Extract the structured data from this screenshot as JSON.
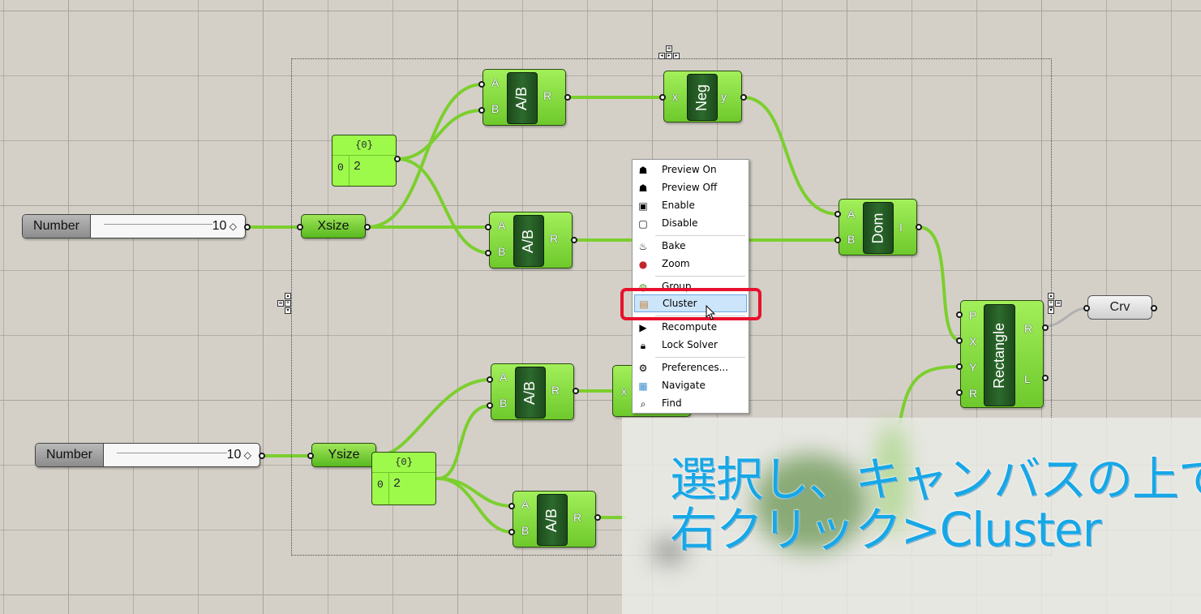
{
  "sliders": [
    {
      "label": "Number",
      "value": "10"
    },
    {
      "label": "Number",
      "value": "10"
    }
  ],
  "params": {
    "xsize": "Xsize",
    "ysize": "Ysize",
    "crv": "Crv"
  },
  "panels": [
    {
      "header": "{0}",
      "index": "0",
      "value": "2"
    },
    {
      "header": "{0}",
      "index": "0",
      "value": "2"
    }
  ],
  "division": {
    "name": "A/B",
    "inputs": [
      "A",
      "B"
    ],
    "output": "R"
  },
  "negative": {
    "name": "Neg",
    "input": "x",
    "output": "y"
  },
  "partial_negative": {
    "input": "x"
  },
  "domain": {
    "name": "Dom",
    "inputs": [
      "A",
      "B"
    ],
    "output": "I"
  },
  "rectangle": {
    "name": "Rectangle",
    "inputs": [
      "P",
      "X",
      "Y",
      "R"
    ],
    "outputs": [
      "R",
      "L"
    ]
  },
  "context_menu": {
    "items": [
      {
        "label": "Preview On",
        "icon": "preview-on-icon"
      },
      {
        "label": "Preview Off",
        "icon": "preview-off-icon"
      },
      {
        "label": "Enable",
        "icon": "enable-icon"
      },
      {
        "label": "Disable",
        "icon": "disable-icon"
      },
      {
        "label": "Bake",
        "icon": "bake-icon"
      },
      {
        "label": "Zoom",
        "icon": "zoom-icon"
      },
      {
        "label": "Group",
        "icon": "group-icon"
      },
      {
        "label": "Cluster",
        "icon": "cluster-icon"
      },
      {
        "label": "Recompute",
        "icon": "recompute-icon"
      },
      {
        "label": "Lock Solver",
        "icon": "lock-solver-icon"
      },
      {
        "label": "Preferences...",
        "icon": "preferences-icon"
      },
      {
        "label": "Navigate",
        "icon": "navigate-icon"
      },
      {
        "label": "Find",
        "icon": "find-icon"
      }
    ],
    "highlighted": "Cluster"
  },
  "caption": {
    "line1": "選択し、キャンバスの上で",
    "line2": "右クリック>Cluster"
  },
  "colors": {
    "canvas": "#d4d0c8",
    "component": "#7ed63a",
    "wire": "#7ccf2e",
    "highlight_box": "#e8112d",
    "caption": "#17a7e6"
  }
}
